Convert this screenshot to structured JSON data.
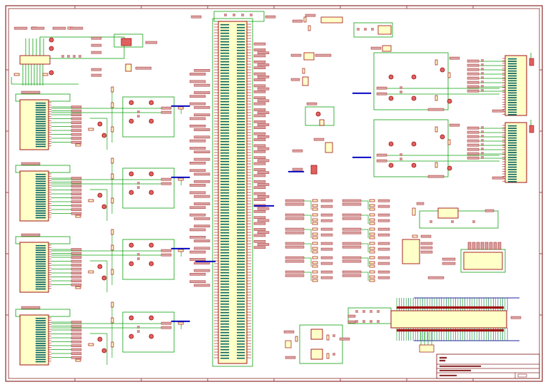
{
  "sheet": {
    "kind": "schematic",
    "colors": {
      "frame": "#8b2a2a",
      "wire": "#10a010",
      "component_outline": "#a01010",
      "component_fill": "#ffffc8",
      "label_fill": "#d8a0a0",
      "pin_text": "#006060",
      "net_text_blue": "#0000c0",
      "bus": "#2020a0"
    },
    "title_block": {
      "rows": 4,
      "legible_text": false
    },
    "blocks": {
      "mcu": {
        "name": "main-microcontroller"
      },
      "left_drivers": {
        "count": 4
      },
      "right_drivers": {
        "count": 2
      },
      "resistor_array": {
        "columns": 2,
        "rows": 6
      },
      "long_header": {
        "name": "bottom-header"
      }
    }
  }
}
